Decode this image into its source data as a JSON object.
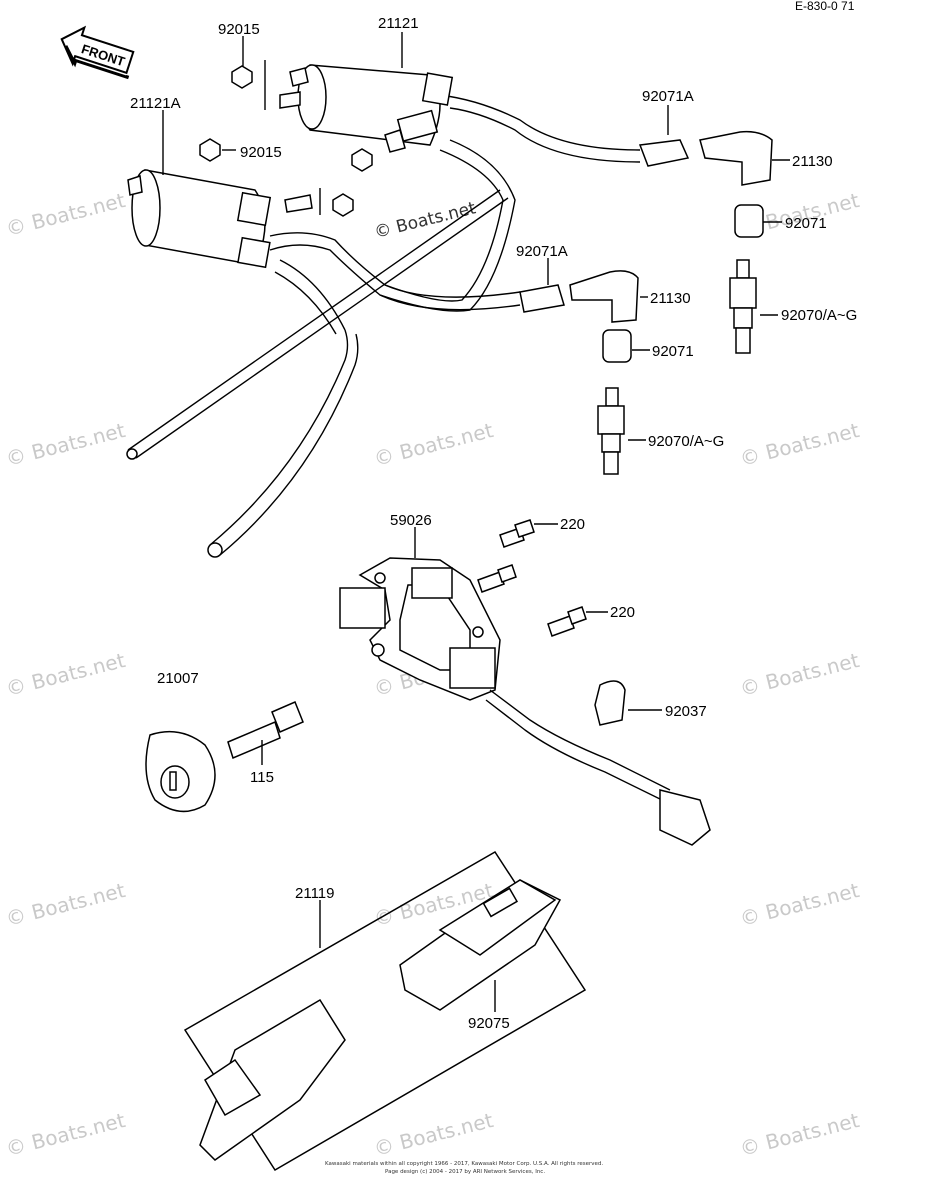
{
  "page_code": "E-830-0  71",
  "front_label": "FRONT",
  "part_labels": {
    "p92015_a": "92015",
    "p21121": "21121",
    "p21121a": "21121A",
    "p92015_b": "92015",
    "p92071a_a": "92071A",
    "p21130_a": "21130",
    "p92071_a": "92071",
    "p92071a_b": "92071A",
    "p21130_b": "21130",
    "p92070_a": "92070/A~G",
    "p92071_b": "92071",
    "p92070_b": "92070/A~G",
    "p59026": "59026",
    "p220_a": "220",
    "p220_b": "220",
    "p21007": "21007",
    "p92037": "92037",
    "p115": "115",
    "p21119": "21119",
    "p92075": "92075"
  },
  "watermark": "© Boats.net",
  "footer": {
    "line1": "Kawasaki materials within all copyright 1966 - 2017, Kawasaki Motor Corp. U.S.A.  All rights reserved.",
    "line2": "Page design (c) 2004 - 2017 by ARI Network Services, Inc."
  }
}
